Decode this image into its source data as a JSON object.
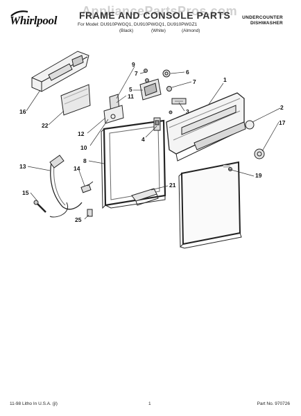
{
  "brand": {
    "name": "Whirlpool"
  },
  "watermark": "AppliancePartsPros.com",
  "header": {
    "title": "FRAME AND CONSOLE PARTS",
    "models": "For Model: DU910PWGQ1, DU910PWGQ1, DU910PWGZ1",
    "colors": [
      "(Black)",
      "(White)",
      "(Almond)"
    ],
    "product_line1": "UNDERCOUNTER",
    "product_line2": "DISHWASHER"
  },
  "callouts": [
    "1",
    "2",
    "3",
    "4",
    "5",
    "6",
    "7",
    "7",
    "8",
    "9",
    "10",
    "11",
    "12",
    "13",
    "14",
    "15",
    "16",
    "17",
    "19",
    "21",
    "22",
    "25"
  ],
  "footer": {
    "litho": "11-98 Litho In U.S.A. (jl)",
    "page": "1",
    "part_no": "Part No. 970726"
  }
}
